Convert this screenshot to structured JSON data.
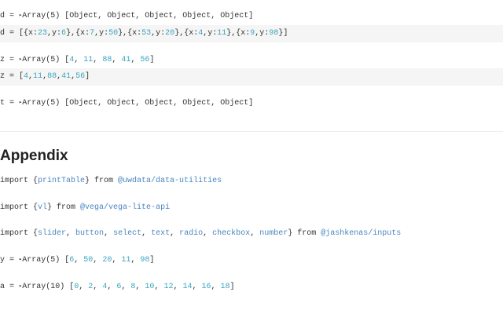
{
  "cells": [
    {
      "id": "d-output",
      "tokens": [
        [
          "d = ",
          ""
        ],
        [
          "▸",
          "tri"
        ],
        [
          "Array(5) [Object, Object, Object, Object, Object]",
          ""
        ]
      ]
    },
    {
      "id": "d-source",
      "src": true,
      "tokens": [
        [
          "d = [{x:",
          ""
        ],
        [
          "23",
          "num"
        ],
        [
          ",y:",
          ""
        ],
        [
          "6",
          "num"
        ],
        [
          "},{x:",
          ""
        ],
        [
          "7",
          "num"
        ],
        [
          ",y:",
          ""
        ],
        [
          "50",
          "num"
        ],
        [
          "},{x:",
          ""
        ],
        [
          "53",
          "num"
        ],
        [
          ",y:",
          ""
        ],
        [
          "20",
          "num"
        ],
        [
          "},{x:",
          ""
        ],
        [
          "4",
          "num"
        ],
        [
          ",y:",
          ""
        ],
        [
          "11",
          "num"
        ],
        [
          "},{x:",
          ""
        ],
        [
          "9",
          "num"
        ],
        [
          ",y:",
          ""
        ],
        [
          "98",
          "num"
        ],
        [
          "}]",
          ""
        ]
      ]
    },
    {
      "id": "z-output",
      "tokens": [
        [
          "z = ",
          ""
        ],
        [
          "▸",
          "tri"
        ],
        [
          "Array(5) [",
          ""
        ],
        [
          "4",
          "num"
        ],
        [
          ", ",
          ""
        ],
        [
          "11",
          "num"
        ],
        [
          ", ",
          ""
        ],
        [
          "88",
          "num"
        ],
        [
          ", ",
          ""
        ],
        [
          "41",
          "num"
        ],
        [
          ", ",
          ""
        ],
        [
          "56",
          "num"
        ],
        [
          "]",
          ""
        ]
      ]
    },
    {
      "id": "z-source",
      "src": true,
      "tokens": [
        [
          "z = [",
          ""
        ],
        [
          "4",
          "num"
        ],
        [
          ",",
          ""
        ],
        [
          "11",
          "num"
        ],
        [
          ",",
          ""
        ],
        [
          "88",
          "num"
        ],
        [
          ",",
          ""
        ],
        [
          "41",
          "num"
        ],
        [
          ",",
          ""
        ],
        [
          "56",
          "num"
        ],
        [
          "]",
          ""
        ]
      ]
    },
    {
      "id": "t-output",
      "tokens": [
        [
          "t = ",
          ""
        ],
        [
          "▸",
          "tri"
        ],
        [
          "Array(5) [Object, Object, Object, Object, Object]",
          ""
        ]
      ]
    },
    {
      "id": "import-printtable",
      "tokens": [
        [
          "import {",
          ""
        ],
        [
          "printTable",
          "ref"
        ],
        [
          "} from ",
          ""
        ],
        [
          "@uwdata/data-utilities",
          "ref"
        ]
      ]
    },
    {
      "id": "import-vl",
      "tokens": [
        [
          "import {",
          ""
        ],
        [
          "vl",
          "ref"
        ],
        [
          "} from ",
          ""
        ],
        [
          "@vega/vega-lite-api",
          "ref"
        ]
      ]
    },
    {
      "id": "import-inputs",
      "tokens": [
        [
          "import {",
          ""
        ],
        [
          "slider",
          "ref"
        ],
        [
          ", ",
          ""
        ],
        [
          "button",
          "ref"
        ],
        [
          ", ",
          ""
        ],
        [
          "select",
          "ref"
        ],
        [
          ", ",
          ""
        ],
        [
          "text",
          "ref"
        ],
        [
          ", ",
          ""
        ],
        [
          "radio",
          "ref"
        ],
        [
          ", ",
          ""
        ],
        [
          "checkbox",
          "ref"
        ],
        [
          ", ",
          ""
        ],
        [
          "number",
          "ref"
        ],
        [
          "} from ",
          ""
        ],
        [
          "@jashkenas/inputs",
          "ref"
        ]
      ]
    },
    {
      "id": "y-output",
      "tokens": [
        [
          "y = ",
          ""
        ],
        [
          "▸",
          "tri"
        ],
        [
          "Array(5) [",
          ""
        ],
        [
          "6",
          "num"
        ],
        [
          ", ",
          ""
        ],
        [
          "50",
          "num"
        ],
        [
          ", ",
          ""
        ],
        [
          "20",
          "num"
        ],
        [
          ", ",
          ""
        ],
        [
          "11",
          "num"
        ],
        [
          ", ",
          ""
        ],
        [
          "98",
          "num"
        ],
        [
          "]",
          ""
        ]
      ]
    },
    {
      "id": "a-output",
      "tokens": [
        [
          "a = ",
          ""
        ],
        [
          "▸",
          "tri"
        ],
        [
          "Array(10) [",
          ""
        ],
        [
          "0",
          "num"
        ],
        [
          ", ",
          ""
        ],
        [
          "2",
          "num"
        ],
        [
          ", ",
          ""
        ],
        [
          "4",
          "num"
        ],
        [
          ", ",
          ""
        ],
        [
          "6",
          "num"
        ],
        [
          ", ",
          ""
        ],
        [
          "8",
          "num"
        ],
        [
          ", ",
          ""
        ],
        [
          "10",
          "num"
        ],
        [
          ", ",
          ""
        ],
        [
          "12",
          "num"
        ],
        [
          ", ",
          ""
        ],
        [
          "14",
          "num"
        ],
        [
          ", ",
          ""
        ],
        [
          "16",
          "num"
        ],
        [
          ", ",
          ""
        ],
        [
          "18",
          "num"
        ],
        [
          "]",
          ""
        ]
      ]
    }
  ],
  "appendix_heading": "Appendix",
  "colors": {
    "number": "#3aa6c0",
    "reference": "#4a86c0",
    "source_bg": "#f5f5f5"
  }
}
